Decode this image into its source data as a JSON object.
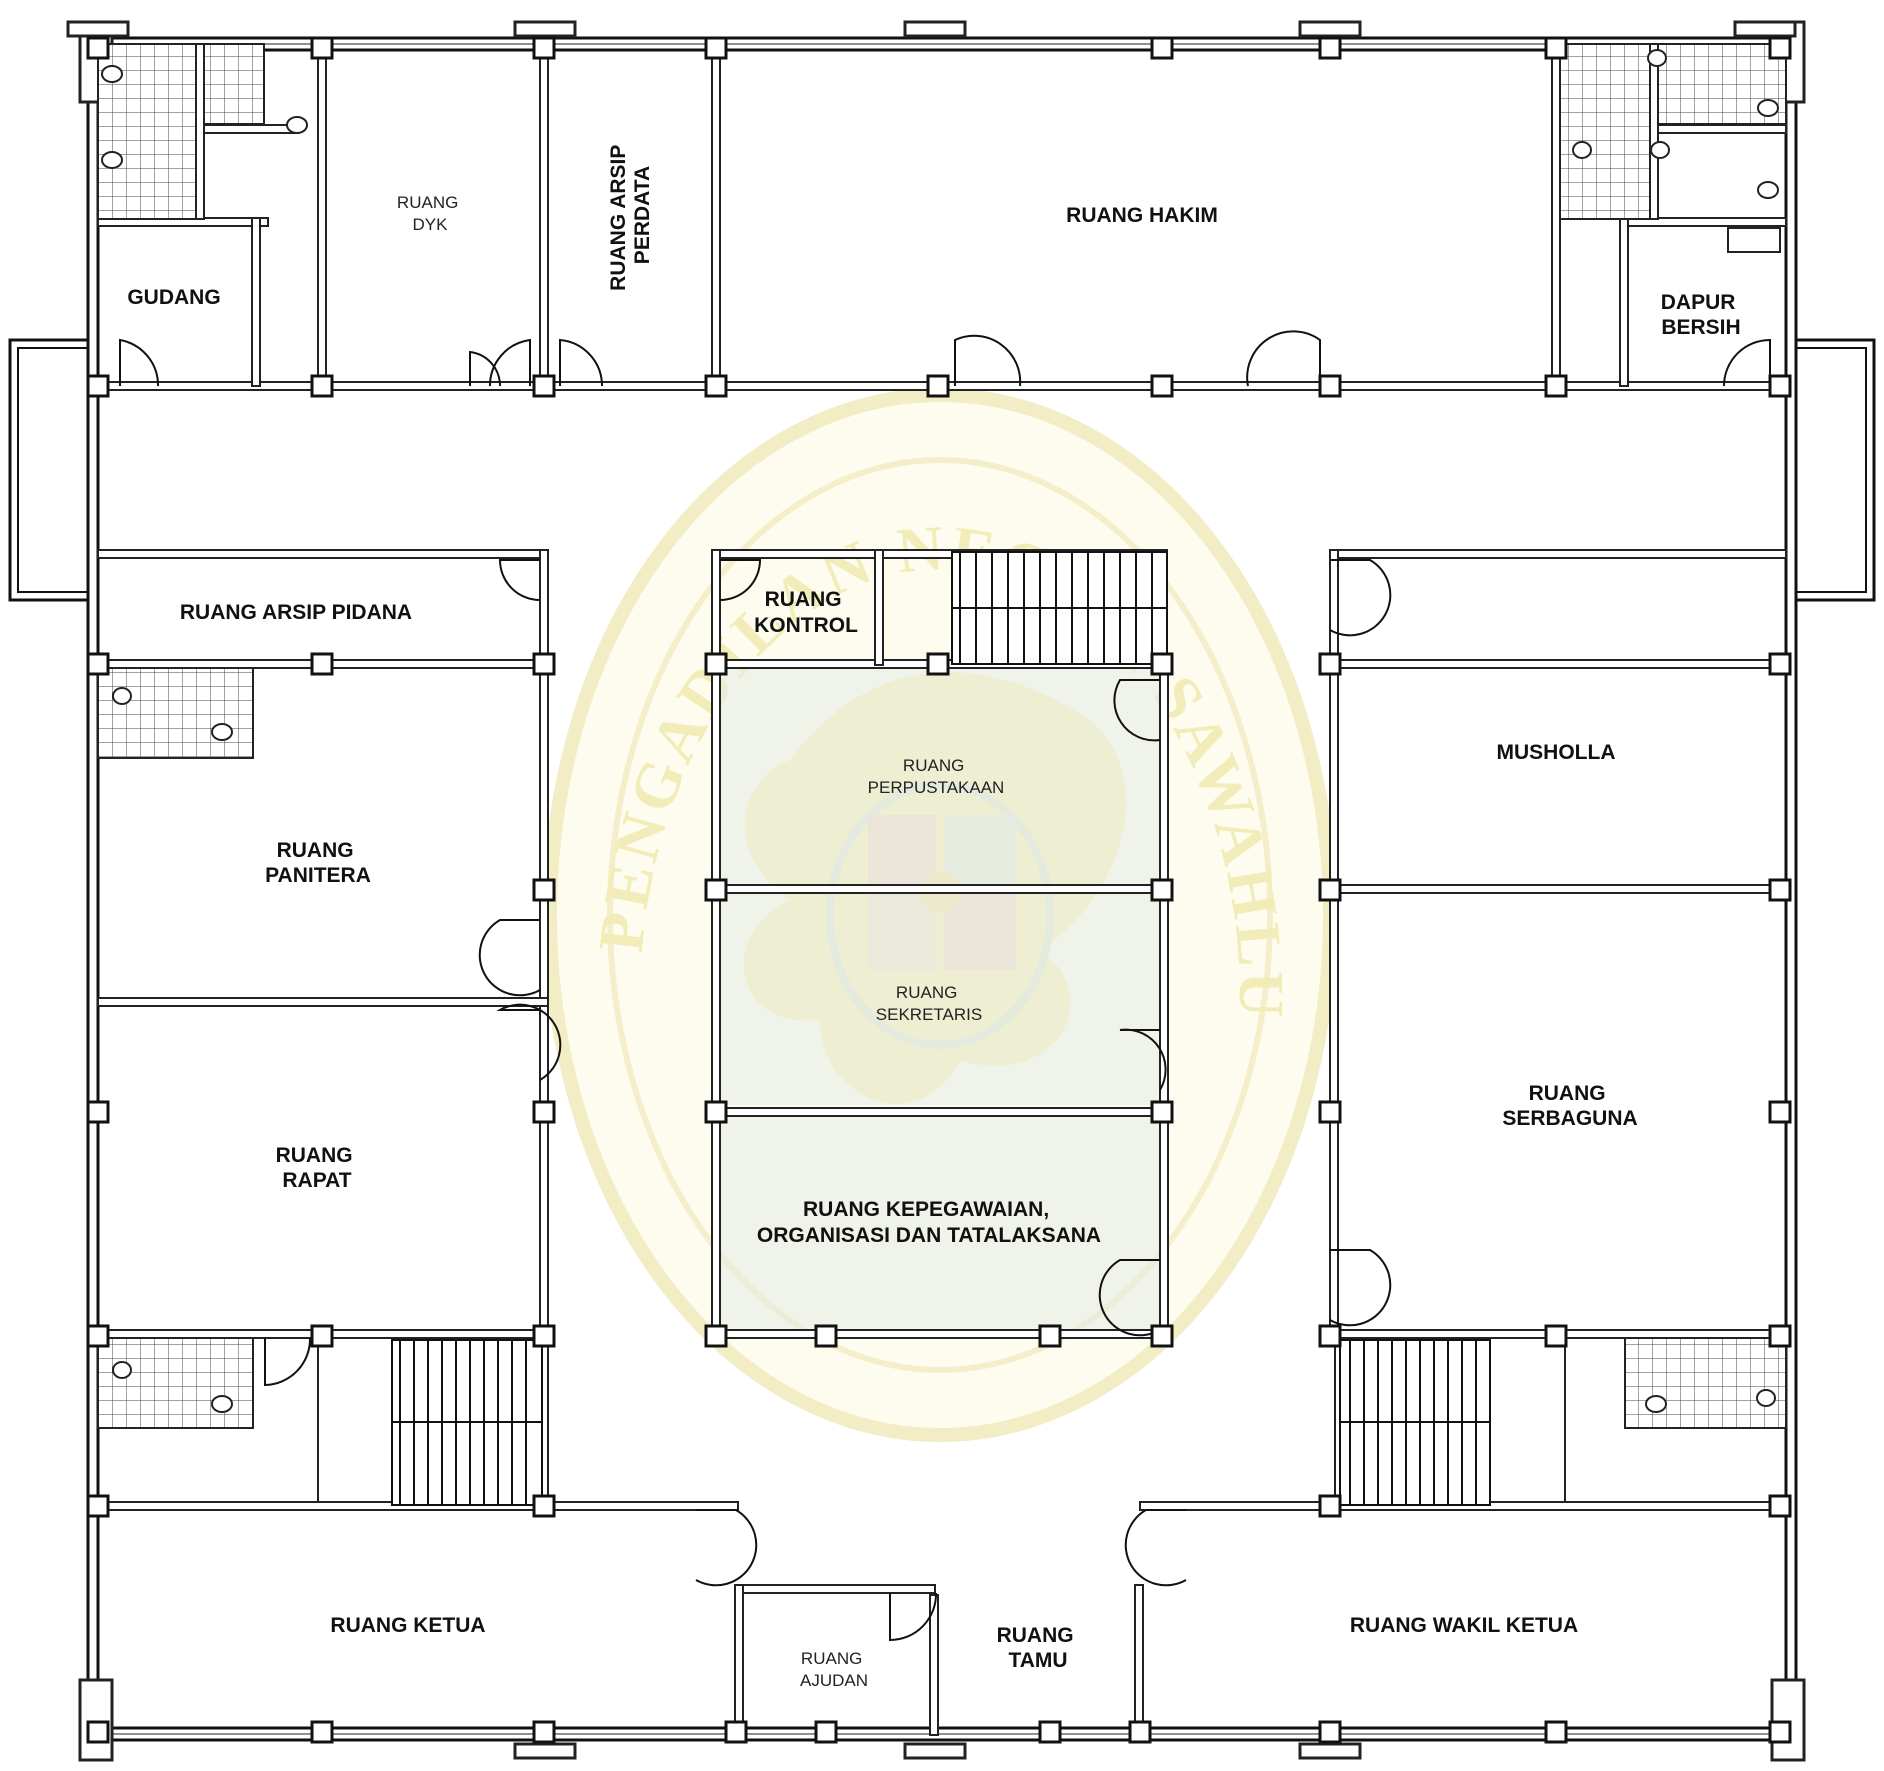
{
  "rooms": {
    "ruang_dyk": [
      "RUANG",
      "DYK"
    ],
    "ruang_arsip_perdata": [
      "RUANG ARSIP",
      "PERDATA"
    ],
    "ruang_hakim": "RUANG HAKIM",
    "gudang": "GUDANG",
    "dapur_bersih": [
      "DAPUR",
      "BERSIH"
    ],
    "ruang_arsip_pidana": "RUANG ARSIP PIDANA",
    "ruang_kontrol": [
      "RUANG",
      "KONTROL"
    ],
    "musholla": "MUSHOLLA",
    "ruang_perpustakaan": [
      "RUANG",
      "PERPUSTAKAAN"
    ],
    "ruang_panitera": [
      "RUANG",
      "PANITERA"
    ],
    "ruang_sekretaris": [
      "RUANG",
      "SEKRETARIS"
    ],
    "ruang_serbaguna": [
      "RUANG",
      "SERBAGUNA"
    ],
    "ruang_rapat": [
      "RUANG",
      "RAPAT"
    ],
    "ruang_kepegawaian": [
      "RUANG KEPEGAWAIAN,",
      "ORGANISASI DAN TATALAKSANA"
    ],
    "ruang_ketua": "RUANG KETUA",
    "ruang_ajudan": [
      "RUANG",
      "AJUDAN"
    ],
    "ruang_tamu": [
      "RUANG",
      "TAMU"
    ],
    "ruang_wakil_ketua": "RUANG WAKIL KETUA"
  },
  "watermark": {
    "text": "PENGADILAN NEGERI SAWAHLUNTO",
    "color": "#f3eec0"
  }
}
